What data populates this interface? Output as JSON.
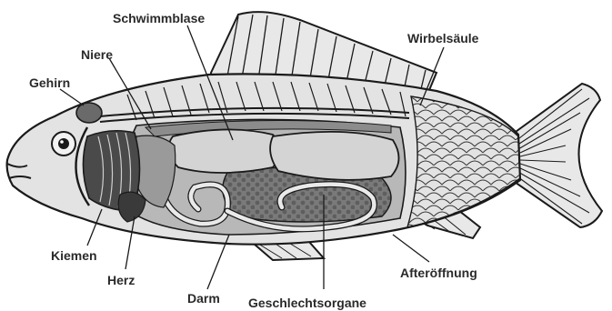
{
  "labels": {
    "schwimmblase": "Schwimmblase",
    "niere": "Niere",
    "gehirn": "Gehirn",
    "wirbelsaeule": "Wirbelsäule",
    "kiemen": "Kiemen",
    "herz": "Herz",
    "darm": "Darm",
    "geschlechtsorgane": "Geschlechtsorgane",
    "afteroeffnung": "Afteröffnung"
  },
  "colors": {
    "outline": "#1a1a1a",
    "body": "#e3e3e3",
    "swim_bladder": "#cfcfcf",
    "gonad": "#7a7a7a",
    "kidney": "#8c8c8c",
    "gill": "#4a4a4a",
    "label_text": "#2a2a2a"
  }
}
